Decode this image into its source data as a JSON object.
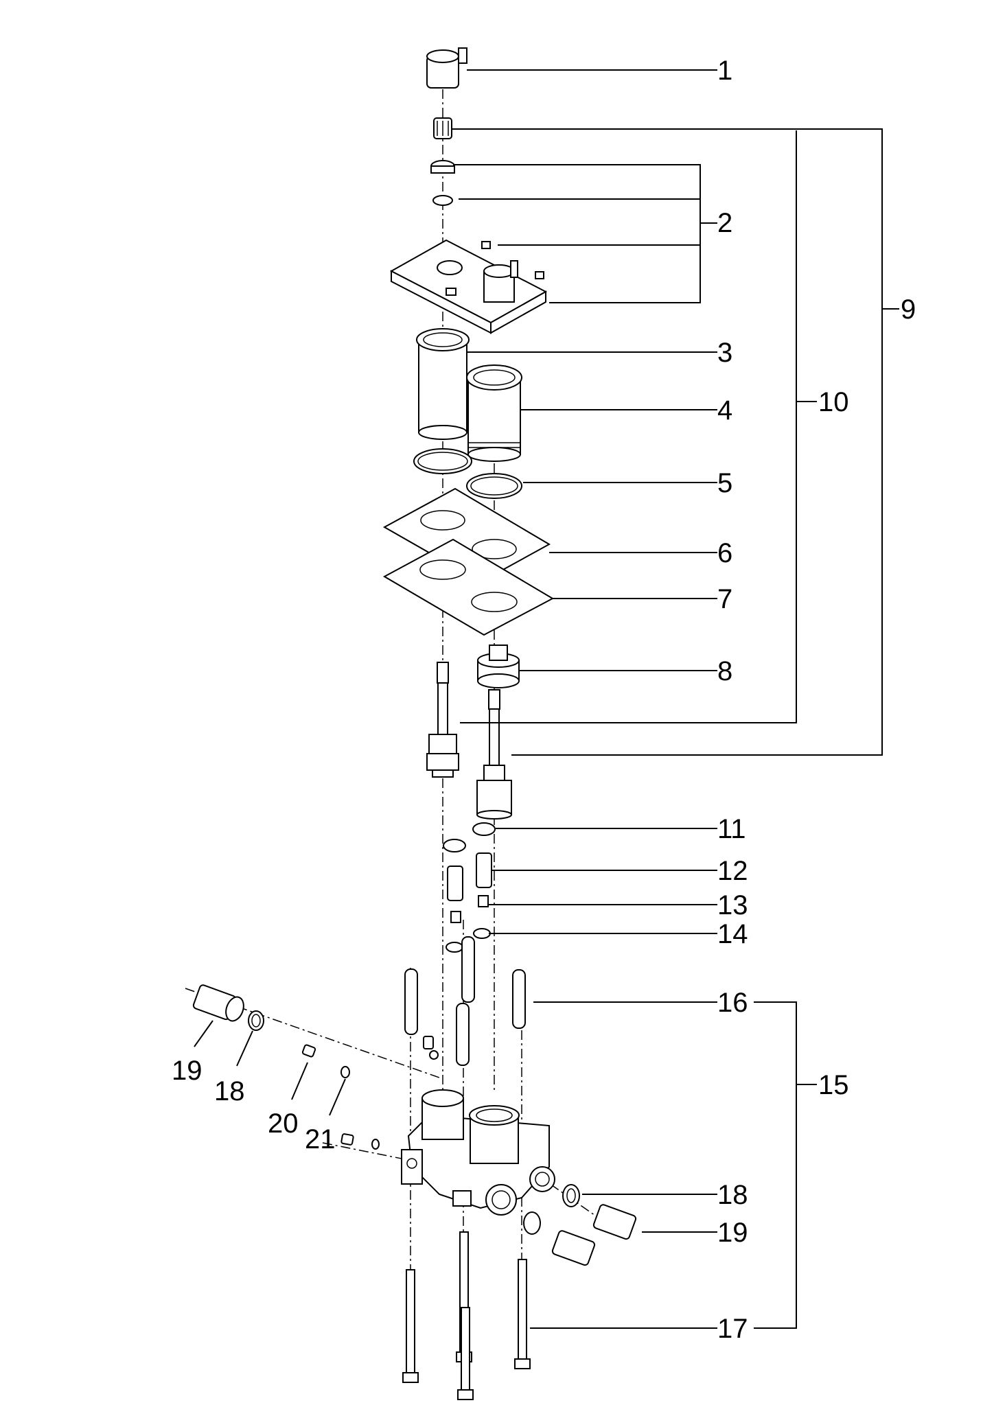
{
  "callouts": [
    {
      "id": "1",
      "text": "1"
    },
    {
      "id": "2",
      "text": "2"
    },
    {
      "id": "3",
      "text": "3"
    },
    {
      "id": "4",
      "text": "4"
    },
    {
      "id": "5",
      "text": "5"
    },
    {
      "id": "6",
      "text": "6"
    },
    {
      "id": "7",
      "text": "7"
    },
    {
      "id": "8",
      "text": "8"
    },
    {
      "id": "9",
      "text": "9"
    },
    {
      "id": "10",
      "text": "10"
    },
    {
      "id": "11",
      "text": "11"
    },
    {
      "id": "12",
      "text": "12"
    },
    {
      "id": "13",
      "text": "13"
    },
    {
      "id": "14",
      "text": "14"
    },
    {
      "id": "15",
      "text": "15"
    },
    {
      "id": "16",
      "text": "16"
    },
    {
      "id": "17",
      "text": "17"
    },
    {
      "id": "18a",
      "text": "18"
    },
    {
      "id": "18b",
      "text": "18"
    },
    {
      "id": "19a",
      "text": "19"
    },
    {
      "id": "19b",
      "text": "19"
    },
    {
      "id": "20",
      "text": "20"
    },
    {
      "id": "21",
      "text": "21"
    }
  ]
}
